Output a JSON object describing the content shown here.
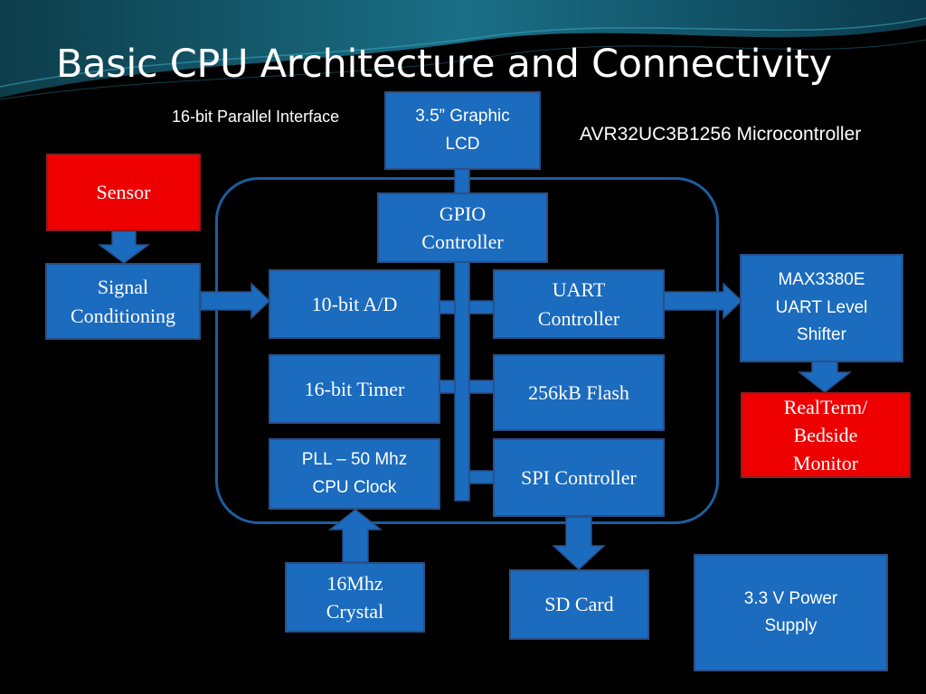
{
  "slide": {
    "title": "Basic CPU Architecture and Connectivity",
    "bus_label": "16-bit Parallel Interface",
    "mcu_label": "AVR32UC3B1256 Microcontroller"
  },
  "blocks": {
    "lcd": "3.5” Graphic\nLCD",
    "gpio": "GPIO\nController",
    "sensor": "Sensor",
    "signal": "Signal\nConditioning",
    "adc": "10-bit A/D",
    "uart": "UART\nController",
    "max3380": "MAX3380E\nUART Level\nShifter",
    "realterm": "RealTerm/\nBedside\nMonitor",
    "timer": "16-bit Timer",
    "flash": "256kB Flash",
    "pll": "PLL – 50 Mhz\nCPU Clock",
    "spi": "SPI Controller",
    "crystal": "16Mhz\nCrystal",
    "sdcard": "SD Card",
    "power": "3.3 V Power\nSupply"
  },
  "colors": {
    "background": "#000000",
    "block_fill": "#1b6bbe",
    "block_border": "#2a4f86",
    "external_fill": "#ee0000",
    "frame": "#1d5d9e",
    "arrow": "#1b6bbe"
  }
}
